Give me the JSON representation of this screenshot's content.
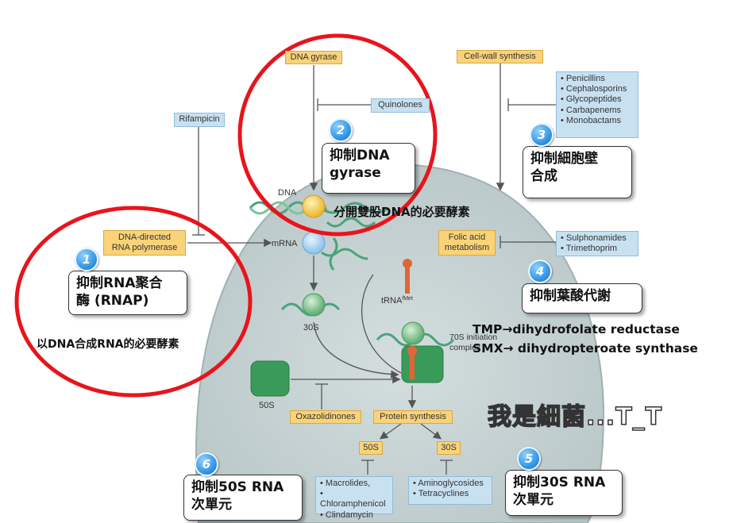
{
  "labels": {
    "dna_gyrase": "DNA gyrase",
    "quinolones": "Quinolones",
    "cell_wall": "Cell-wall synthesis",
    "rifampicin": "Rifampicin",
    "dna": "DNA",
    "rnap": "DNA-directed\nRNA polymerase",
    "mrna": "mRNA",
    "folic_acid": "Folic acid\nmetabolism",
    "trna": "tRNA",
    "trna_sup": "fMet",
    "ribo_30s": "30S",
    "init_complex": "70S initiation\ncomplex",
    "ribo_50s": "50S",
    "oxazolidinones": "Oxazolidinones",
    "protein_synthesis": "Protein synthesis",
    "sub_50s": "50S",
    "sub_30s": "30S"
  },
  "drug_lists": {
    "cell_wall_drugs": [
      "Penicillins",
      "Cephalosporins",
      "Glycopeptides",
      "Carbapenems",
      "Monobactams"
    ],
    "folate_drugs": [
      "Sulphonamides",
      "Trimethoprim"
    ],
    "drugs_50s": [
      "Macrolides,",
      "Chloramphenicol",
      "Clindamycin"
    ],
    "drugs_30s": [
      "Aminoglycosides",
      "Tetracyclines"
    ]
  },
  "callouts": {
    "c1": {
      "num": "1",
      "text": "抑制RNA聚合\n酶 (RNAP)"
    },
    "c2": {
      "num": "2",
      "text": "抑制DNA\ngyrase"
    },
    "c3": {
      "num": "3",
      "text": "抑制細胞壁\n合成"
    },
    "c4": {
      "num": "4",
      "text": "抑制葉酸代謝"
    },
    "c5": {
      "num": "5",
      "text": "抑制30S RNA\n次單元"
    },
    "c6": {
      "num": "6",
      "text": "抑制50S RNA\n次單元"
    }
  },
  "notes": {
    "gyrase_note": "分開雙股DNA的必要酵素",
    "rnap_note": "以DNA合成RNA的必要酵素",
    "tmp_note": "TMP→dihydrofolate reductase",
    "smx_note": "SMX→ dihydropteroate synthase",
    "overlay": "我是細菌...T_T"
  },
  "colors": {
    "cell_fill": "#c9d5d5",
    "box_orange": "#f9d37a",
    "box_blue": "#c8e1f1",
    "highlight_circle": "#e8141c",
    "badge_blue": "#2a8fe0",
    "ribosome_green": "#3a9a5a"
  }
}
